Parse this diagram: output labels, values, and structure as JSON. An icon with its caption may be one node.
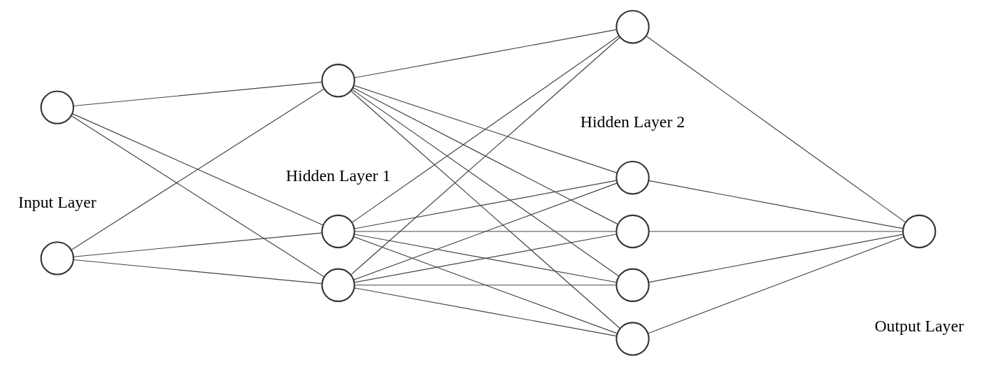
{
  "diagram": {
    "nodes": [
      {
        "text": [],
        "shape": "circle"
      },
      {
        "text": [],
        "shape": "circle"
      },
      {
        "text": [],
        "shape": "circle"
      },
      {
        "text": [],
        "shape": "circle"
      },
      {
        "text": [],
        "shape": "circle"
      },
      {
        "text": [],
        "shape": "circle"
      },
      {
        "text": [],
        "shape": "circle"
      },
      {
        "text": [],
        "shape": "circle"
      },
      {
        "text": [],
        "shape": "circle"
      },
      {
        "text": [],
        "shape": "circle"
      },
      {
        "text": [],
        "shape": "circle"
      }
    ],
    "edges": [
      {
        "from": 0,
        "to": 2,
        "arrow": "none"
      },
      {
        "from": 0,
        "to": 3,
        "arrow": "none"
      },
      {
        "from": 0,
        "to": 4,
        "arrow": "none"
      },
      {
        "from": 1,
        "to": 2,
        "arrow": "none"
      },
      {
        "from": 1,
        "to": 3,
        "arrow": "none"
      },
      {
        "from": 1,
        "to": 4,
        "arrow": "none"
      },
      {
        "from": 2,
        "to": 5,
        "arrow": "none"
      },
      {
        "from": 2,
        "to": 6,
        "arrow": "none"
      },
      {
        "from": 2,
        "to": 7,
        "arrow": "none"
      },
      {
        "from": 2,
        "to": 8,
        "arrow": "none"
      },
      {
        "from": 2,
        "to": 9,
        "arrow": "none"
      },
      {
        "from": 3,
        "to": 5,
        "arrow": "none"
      },
      {
        "from": 3,
        "to": 6,
        "arrow": "none"
      },
      {
        "from": 3,
        "to": 7,
        "arrow": "none"
      },
      {
        "from": 3,
        "to": 8,
        "arrow": "none"
      },
      {
        "from": 3,
        "to": 9,
        "arrow": "none"
      },
      {
        "from": 4,
        "to": 5,
        "arrow": "none"
      },
      {
        "from": 4,
        "to": 6,
        "arrow": "none"
      },
      {
        "from": 4,
        "to": 7,
        "arrow": "none"
      },
      {
        "from": 4,
        "to": 8,
        "arrow": "none"
      },
      {
        "from": 4,
        "to": 9,
        "arrow": "none"
      },
      {
        "from": 5,
        "to": 10,
        "arrow": "none"
      },
      {
        "from": 6,
        "to": 10,
        "arrow": "none"
      },
      {
        "from": 7,
        "to": 10,
        "arrow": "none"
      },
      {
        "from": 8,
        "to": 10,
        "arrow": "none"
      },
      {
        "from": 9,
        "to": 10,
        "arrow": "none"
      }
    ],
    "labels": [
      "Input Layer",
      "Hidden Layer 1",
      "Hidden Layer 2",
      "Output Layer"
    ]
  }
}
